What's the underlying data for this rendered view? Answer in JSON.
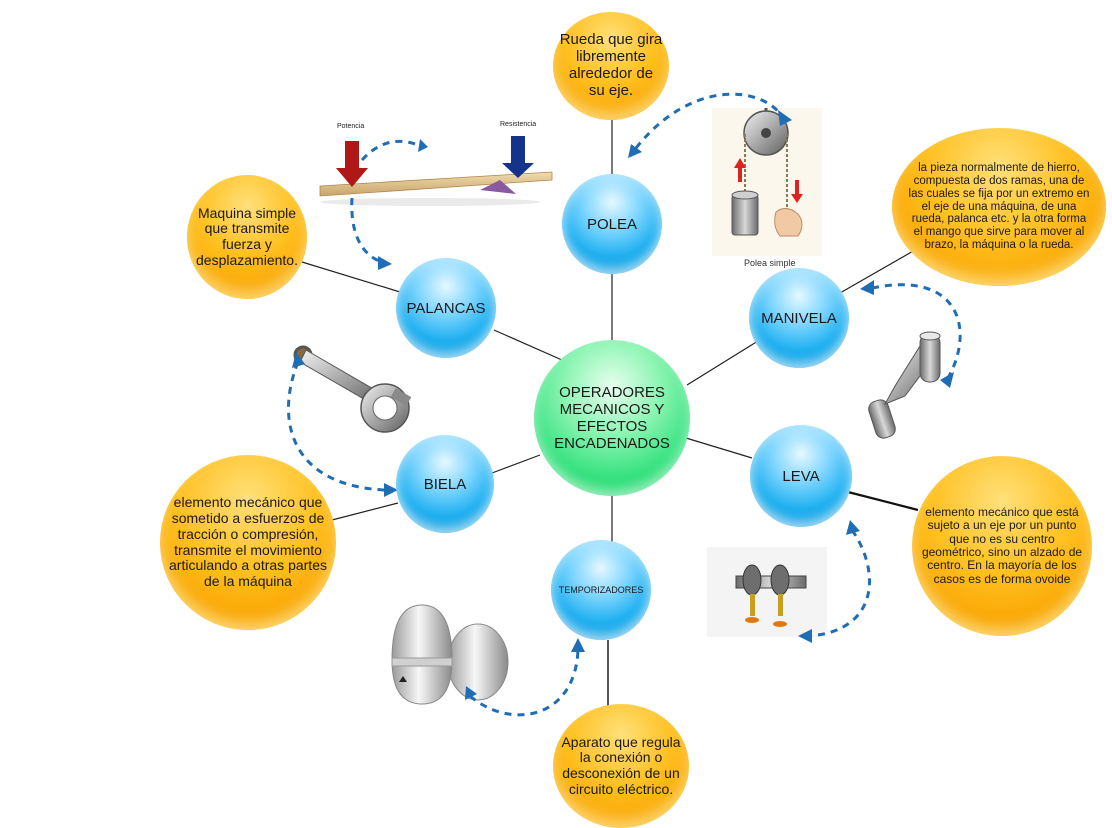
{
  "center": {
    "label": "OPERADORES MECANICOS Y EFECTOS ENCADENADOS"
  },
  "operators": {
    "polea": "POLEA",
    "palancas": "PALANCAS",
    "manivela": "MANIVELA",
    "biela": "BIELA",
    "leva": "LEVA",
    "temporizadores": "TEMPORIZADORES"
  },
  "definitions": {
    "polea": "Rueda que gira libremente alrededor de su eje.",
    "palancas": "Maquina simple que transmite fuerza y desplazamiento.",
    "manivela": "la pieza normalmente de hierro, compuesta de dos ramas, una de las cuales se fija por un extremo en el eje de una máquina, de una rueda, palanca etc. y la otra forma el mango que sirve para mover al brazo, la máquina o la rueda.",
    "biela": "elemento mecánico que sometido a esfuerzos de tracción o compresión, transmite el movimiento articulando a otras partes de la máquina",
    "leva": "elemento mecánico que está sujeto a un eje por un punto que no es su centro geométrico, sino un alzado de centro. En la mayoría de los casos es de forma ovoide",
    "temporizadores": "Aparato que regula la conexión o desconexión de un circuito eléctrico."
  },
  "illustrations": {
    "lever": {
      "icon": "lever-illustration",
      "label_left": "Potencia",
      "label_right": "Resistencia"
    },
    "pulley": {
      "icon": "pulley-illustration",
      "caption": "Polea simple"
    },
    "crank": {
      "icon": "crank-illustration"
    },
    "connecting_rod": {
      "icon": "connecting-rod-illustration"
    },
    "cam": {
      "icon": "cam-illustration"
    },
    "timer": {
      "icon": "egg-timer-illustration"
    }
  },
  "colors": {
    "operator_node": "#1fb0f0",
    "center_node": "#2fe07a",
    "definition_node": "#f8a200",
    "dashed_arrow": "#1f6db5",
    "potencia_arrow": "#b01818",
    "resistencia_arrow": "#14348c"
  }
}
